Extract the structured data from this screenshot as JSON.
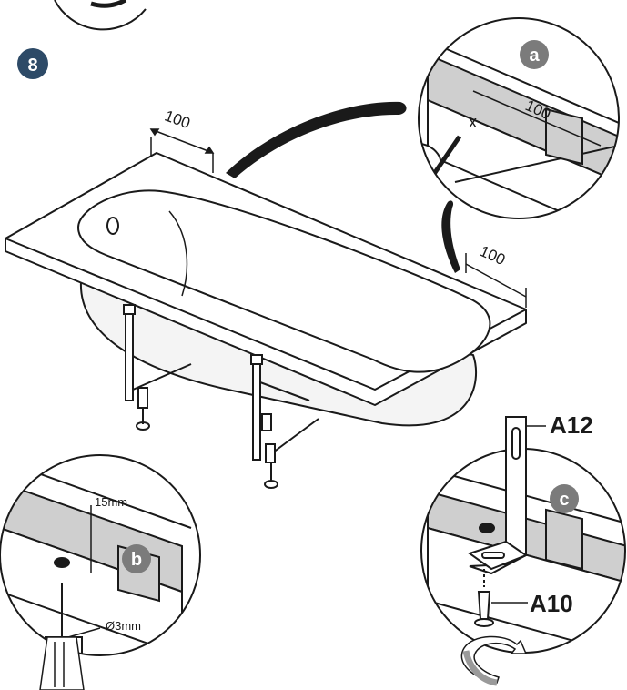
{
  "step": {
    "number": "8",
    "color": "#2d4a67"
  },
  "badges": {
    "a": "a",
    "b": "b",
    "c": "c",
    "color": "#7b7b7b"
  },
  "dimensions": {
    "top_left": "100",
    "detail_a": "100",
    "right": "100",
    "hole_depth": "15mm",
    "hole_diameter": "Ø3mm"
  },
  "parts": {
    "bracket": "A12",
    "screw": "A10"
  },
  "colors": {
    "ink": "#1a1a1a",
    "panel": "#cfcfcf"
  }
}
